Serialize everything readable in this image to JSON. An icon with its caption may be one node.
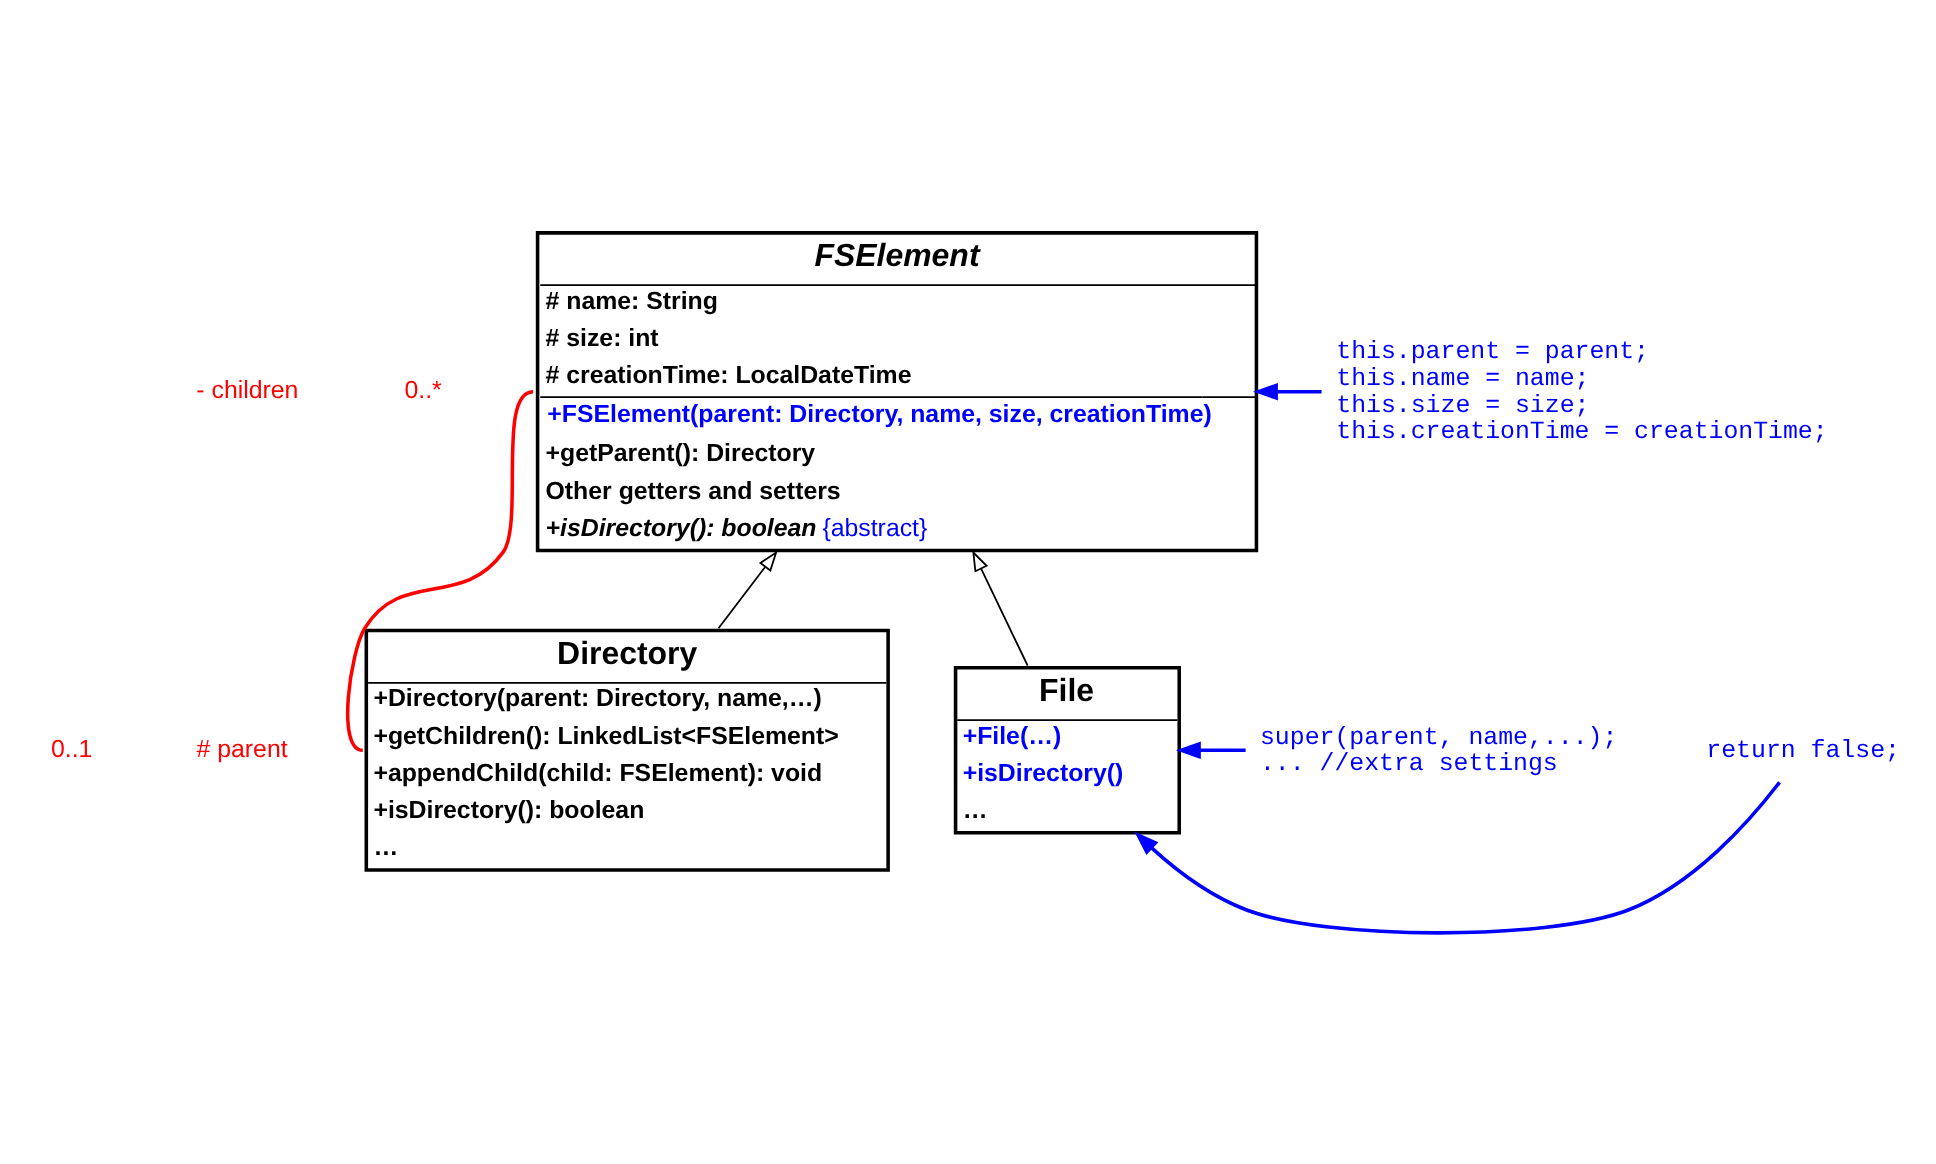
{
  "diagram": {
    "nodes": [
      {
        "text": [
          "FSElement",
          "# name: String",
          "# size: int",
          "# creationTime: LocalDateTime",
          "+FSElement(parent: Directory, name, size, creationTime)",
          "+getParent(): Directory",
          "Other getters and setters",
          "*+isDirectory(): boolean* {abstract}"
        ]
      },
      {
        "text": [
          "Directory",
          "+Directory(parent: Directory, name,…)",
          "+getChildren(): LinkedList<FSElement>",
          "+appendChild(child: FSElement): void",
          "+isDirectory(): boolean",
          "…"
        ]
      },
      {
        "text": [
          "File",
          "+File(…)",
          "+isDirectory()",
          "…"
        ]
      },
      {
        "text": [
          "this.parent = parent;",
          "this.name = name;",
          "this.size = size;",
          "this.creationTime = creationTime;"
        ]
      },
      {
        "text": [
          "super(parent, name,...);",
          "... //extra settings"
        ]
      },
      {
        "text": [
          "return false;"
        ]
      }
    ],
    "edges": [
      {
        "from": 1,
        "to": 0,
        "arrow": "to",
        "color": "#000000"
      },
      {
        "from": 2,
        "to": 0,
        "arrow": "to",
        "color": "#000000"
      },
      {
        "from": 0,
        "to": 1,
        "arrow": "none",
        "color": "#ff0000"
      },
      {
        "from": 3,
        "to": 0,
        "arrow": "to",
        "color": "#0000ff"
      },
      {
        "from": 4,
        "to": 2,
        "arrow": "to",
        "color": "#0000ff"
      },
      {
        "from": 5,
        "to": 2,
        "arrow": "to",
        "color": "#0000ff"
      }
    ],
    "labels": [
      "- children",
      "0..*",
      "0..1",
      "# parent"
    ]
  }
}
